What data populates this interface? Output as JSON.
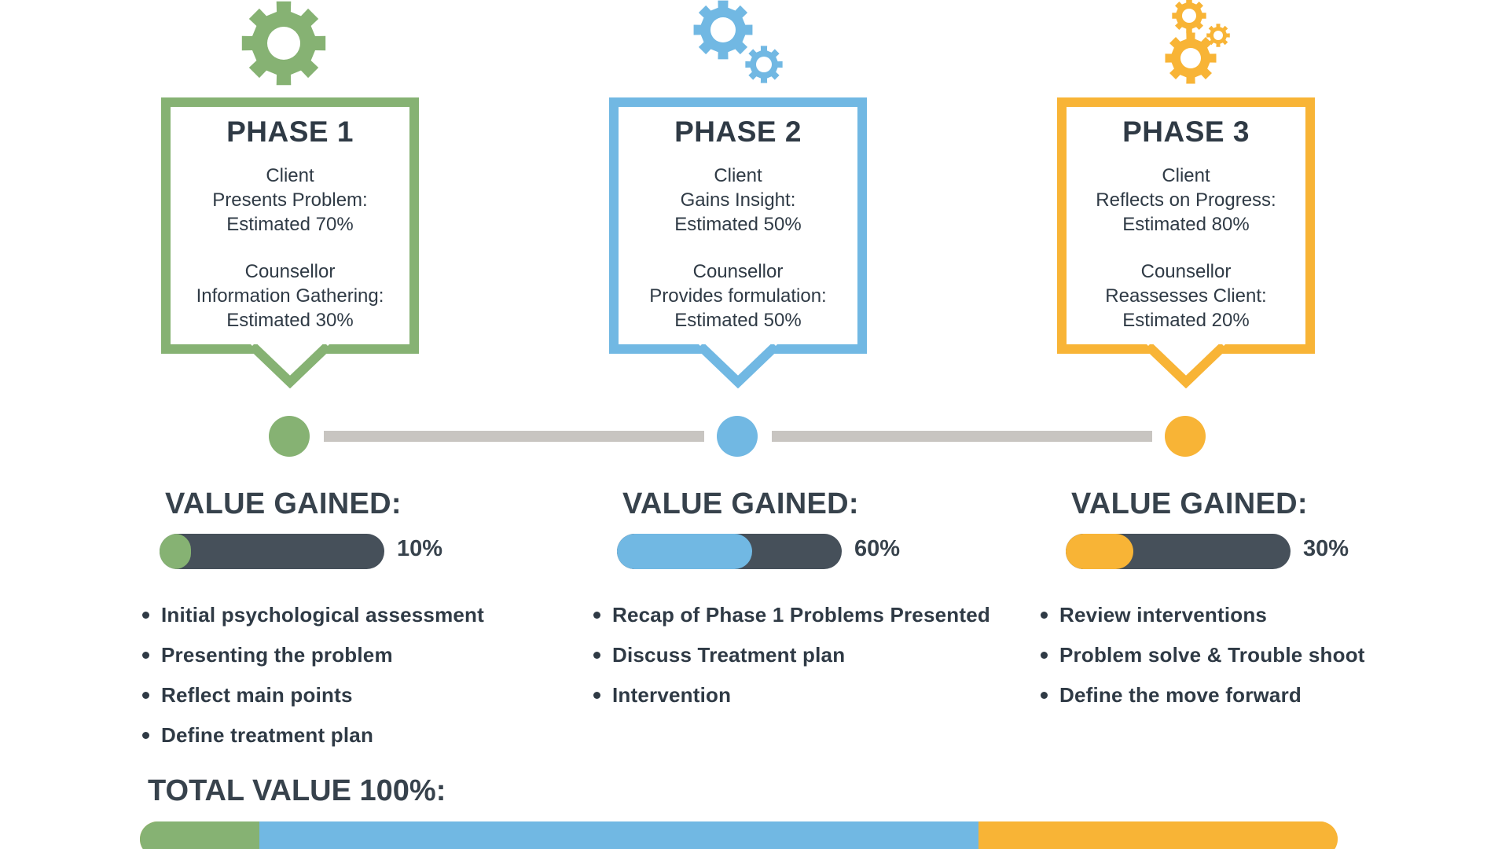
{
  "colors": {
    "phase1": "#86b273",
    "phase2": "#71b8e3",
    "phase3": "#f8b436",
    "track": "#46505a",
    "timeline": "#c8c5c1",
    "text": "#2f3a45"
  },
  "phases": [
    {
      "title": "PHASE 1",
      "icon": "single-gear-icon",
      "client_label": "Client",
      "client_action": "Presents Problem:",
      "client_estimate": "Estimated 70%",
      "counsellor_label": "Counsellor",
      "counsellor_action": "Information Gathering:",
      "counsellor_estimate": "Estimated 30%",
      "value_title": "VALUE GAINED:",
      "value_percent": 10,
      "value_label": "10%",
      "bullets": [
        "Initial psychological assessment",
        "Presenting the problem",
        "Reflect main points",
        "Define treatment plan"
      ]
    },
    {
      "title": "PHASE 2",
      "icon": "two-gears-icon",
      "client_label": "Client",
      "client_action": "Gains Insight:",
      "client_estimate": "Estimated 50%",
      "counsellor_label": "Counsellor",
      "counsellor_action": "Provides formulation:",
      "counsellor_estimate": "Estimated 50%",
      "value_title": "VALUE GAINED:",
      "value_percent": 60,
      "value_label": "60%",
      "bullets": [
        "Recap of Phase 1 Problems Presented",
        "Discuss Treatment plan",
        "Intervention"
      ]
    },
    {
      "title": "PHASE 3",
      "icon": "three-gears-icon",
      "client_label": "Client",
      "client_action": "Reflects on Progress:",
      "client_estimate": "Estimated 80%",
      "counsellor_label": "Counsellor",
      "counsellor_action": "Reassesses Client:",
      "counsellor_estimate": "Estimated 20%",
      "value_title": "VALUE GAINED:",
      "value_percent": 30,
      "value_label": "30%",
      "bullets": [
        "Review interventions",
        "Problem solve & Trouble shoot",
        "Define the move forward"
      ]
    }
  ],
  "total": {
    "title": "TOTAL VALUE 100%:",
    "segments": [
      10,
      60,
      30
    ]
  }
}
